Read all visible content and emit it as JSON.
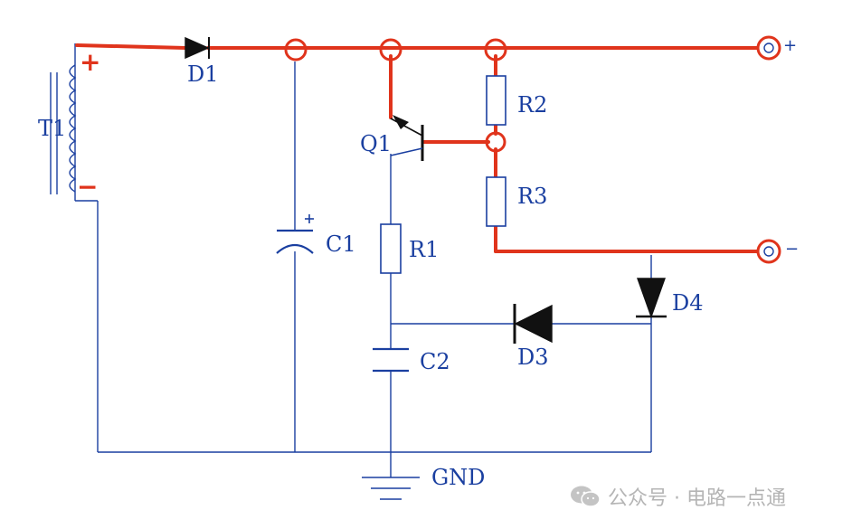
{
  "labels": {
    "t1": "T1",
    "d1": "D1",
    "c1": "C1",
    "q1": "Q1",
    "r1": "R1",
    "r2": "R2",
    "r3": "R3",
    "c2": "C2",
    "d3": "D3",
    "d4": "D4",
    "gnd": "GND"
  },
  "polarity": {
    "t1_top": "+",
    "t1_bottom": "−",
    "out_pos": "+",
    "out_neg": "−",
    "c1_plus": "+"
  },
  "watermark": {
    "text": "公众号 · 电路一点通",
    "icon": "wechat-icon"
  },
  "colors": {
    "wire": "#1a3fa0",
    "highlight": "#e0341c",
    "component": "#111111"
  }
}
